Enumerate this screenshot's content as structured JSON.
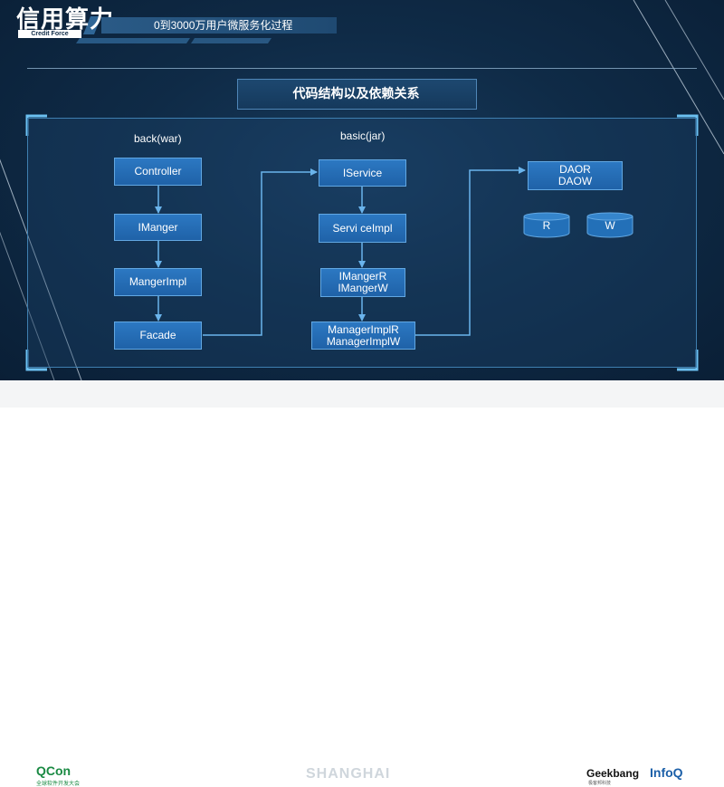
{
  "header": {
    "logo_text": "信用算力",
    "logo_subtext": "Credit Force",
    "subtitle": "0到3000万用户微服务化过程"
  },
  "slide_title": "代码结构以及依赖关系",
  "columns": {
    "back_label": "back(war)",
    "basic_label": "basic(jar)"
  },
  "nodes": {
    "controller": "Controller",
    "imanger": "IManger",
    "mangerimpl": "MangerImpl",
    "facade": "Facade",
    "iservice": "IService",
    "serviceimpl": "Servi ceImpl",
    "imangerrw": "IMangerR\nIMangerW",
    "mangerimplrw": "ManagerImplR\nManagerImplW",
    "daorw": "DAOR\nDAOW"
  },
  "databases": {
    "r": "R",
    "w": "W"
  },
  "footer": {
    "qcon": "QCon",
    "qcon_sub": "全球软件开发大会",
    "city": "SHANGHAI",
    "geekbang": "Geekbang",
    "geekbang_sub": "极客邦科技",
    "infoq": "InfoQ"
  },
  "colors": {
    "background": "#0f2b47",
    "node_fill": "#2370b8",
    "connector": "#6ab4ec",
    "footer_green": "#1a8a43",
    "infoq_blue": "#1b5fa8"
  }
}
